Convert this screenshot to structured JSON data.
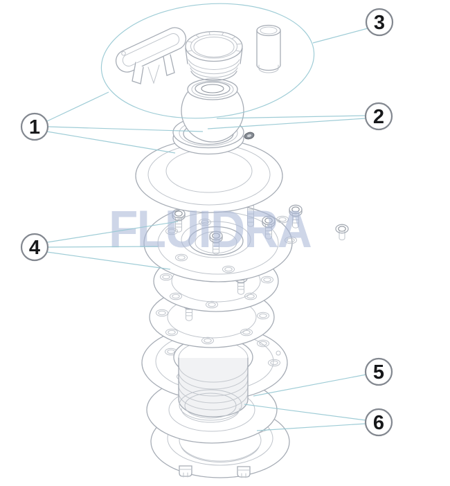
{
  "diagram": {
    "watermark": "FLUIDRA",
    "callouts": [
      {
        "label": "1"
      },
      {
        "label": "2"
      },
      {
        "label": "3"
      },
      {
        "label": "4"
      },
      {
        "label": "5"
      },
      {
        "label": "6"
      }
    ],
    "parts": [
      "assembly-tool-group-balloon",
      "retaining-key-handle",
      "lock-ring",
      "extension-sleeve",
      "eyeball-nozzle",
      "front-flange",
      "fixing-flange-with-screws",
      "gasket-upper",
      "gasket-lower",
      "threaded-niche-flange",
      "rear-gasket-ring",
      "lock-nut-with-feet"
    ],
    "colors": {
      "background": "#ffffff",
      "line_art": "#a6acb5",
      "leader_line": "#96c8d3",
      "watermark": "#aab8d8",
      "callout_stroke": "#82878f",
      "callout_number": "#17181a"
    }
  }
}
